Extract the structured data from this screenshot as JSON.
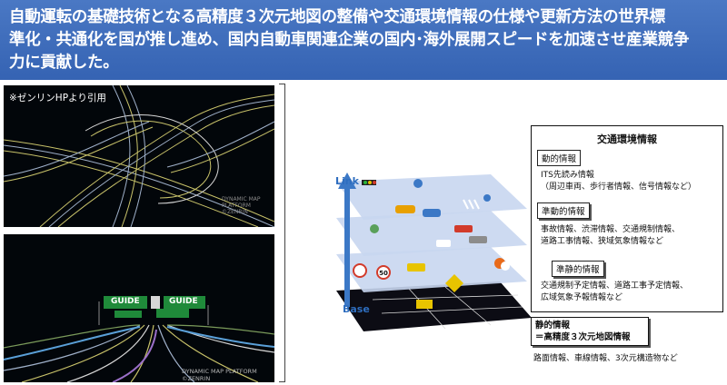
{
  "header": {
    "lines": [
      "自動運転の基礎技術となる高精度３次元地図の整備や交通環境情報の仕様や更新方法の世界標",
      "準化・共通化を国が推し進め、国内自動車関連企業の国内･海外展開スピードを加速させ産業競争",
      "力に貢献した。"
    ]
  },
  "images": {
    "caption": "※ゼンリンHPより引用",
    "top_watermark": "DYNAMIC MAP PLATFORM\n©ZENRIN",
    "bottom_credit": "DYNAMIC MAP PLATFORM\n©ZENRIN",
    "sign_label": "GUIDE"
  },
  "diagram": {
    "link_label": "Link",
    "base_label": "Base",
    "speed_sign": "50"
  },
  "panel": {
    "title": "交通環境情報",
    "dynamic": {
      "tag": "動的情報",
      "lines": [
        "ITS先読み情報",
        "（周辺車両、歩行者情報、信号情報など）"
      ]
    },
    "semi_dynamic": {
      "tag": "準動的情報",
      "lines": [
        "事故情報、渋滞情報、交通規制情報、",
        "道路工事情報、狭域気象情報など"
      ]
    },
    "semi_static": {
      "tag": "準静的情報",
      "lines": [
        "交通規制予定情報、道路工事予定情報、",
        "広域気象予報情報など"
      ]
    }
  },
  "static_info": {
    "line1": "静的情報",
    "line2": "＝高精度３次元地図情報",
    "desc": "路面情報、車線情報、3次元構造物など"
  },
  "colors": {
    "header_bg": "#3d6bb8",
    "layer_fill": "#c8d6ef",
    "link_blue": "#2e6ebf"
  }
}
